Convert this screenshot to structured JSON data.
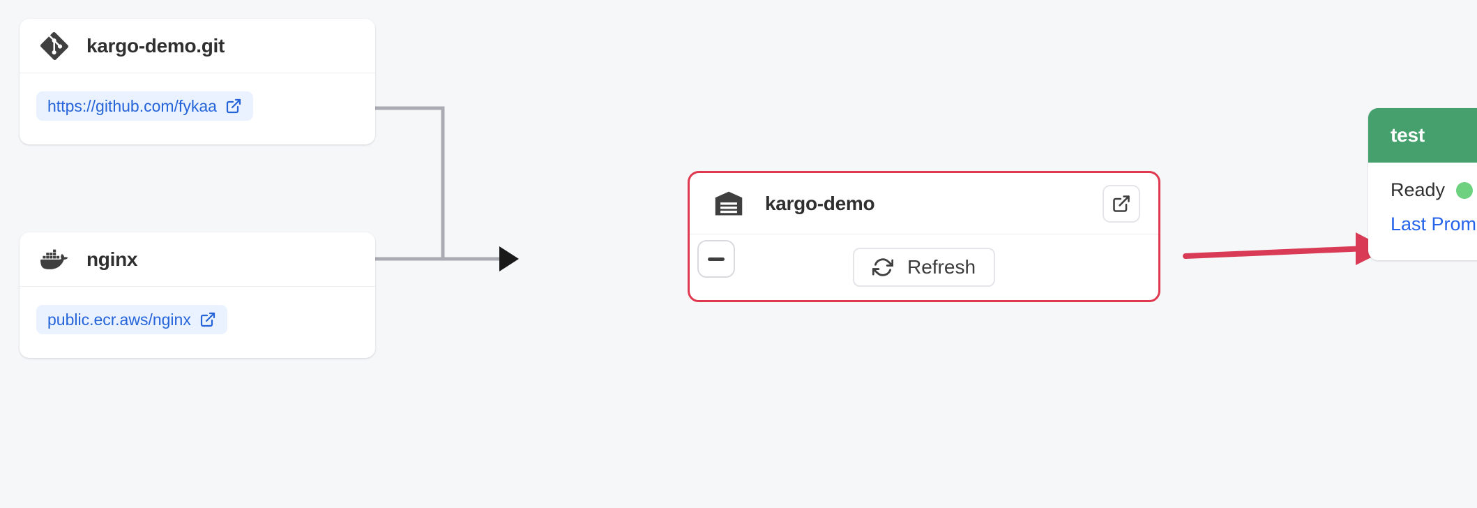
{
  "graph": {
    "background_color": "#f6f7f9",
    "edge_color": "#a9adb3",
    "promotion_edge_color": "#d93a55",
    "warehouse_border_color": "#e0394f",
    "stage_header_color": "#45a06d",
    "ready_dot_color": "#6ed17f",
    "link_color": "#2563d9"
  },
  "sources": [
    {
      "icon": "git-icon",
      "title": "kargo-demo.git",
      "url_label": "https://github.com/fykaa",
      "url_icon": "external-link-icon"
    },
    {
      "icon": "docker-icon",
      "title": "nginx",
      "url_label": "public.ecr.aws/nginx",
      "url_icon": "external-link-icon"
    }
  ],
  "collapse_node": {
    "icon": "minus-icon",
    "label": "−"
  },
  "warehouse": {
    "icon": "warehouse-icon",
    "title": "kargo-demo",
    "external_link_icon": "external-link-icon",
    "refresh_label": "Refresh",
    "refresh_icon": "refresh-icon"
  },
  "stage": {
    "name": "test",
    "status_label": "Ready",
    "status_icon": "status-dot-icon",
    "last_promotion_label": "Last Prom"
  }
}
